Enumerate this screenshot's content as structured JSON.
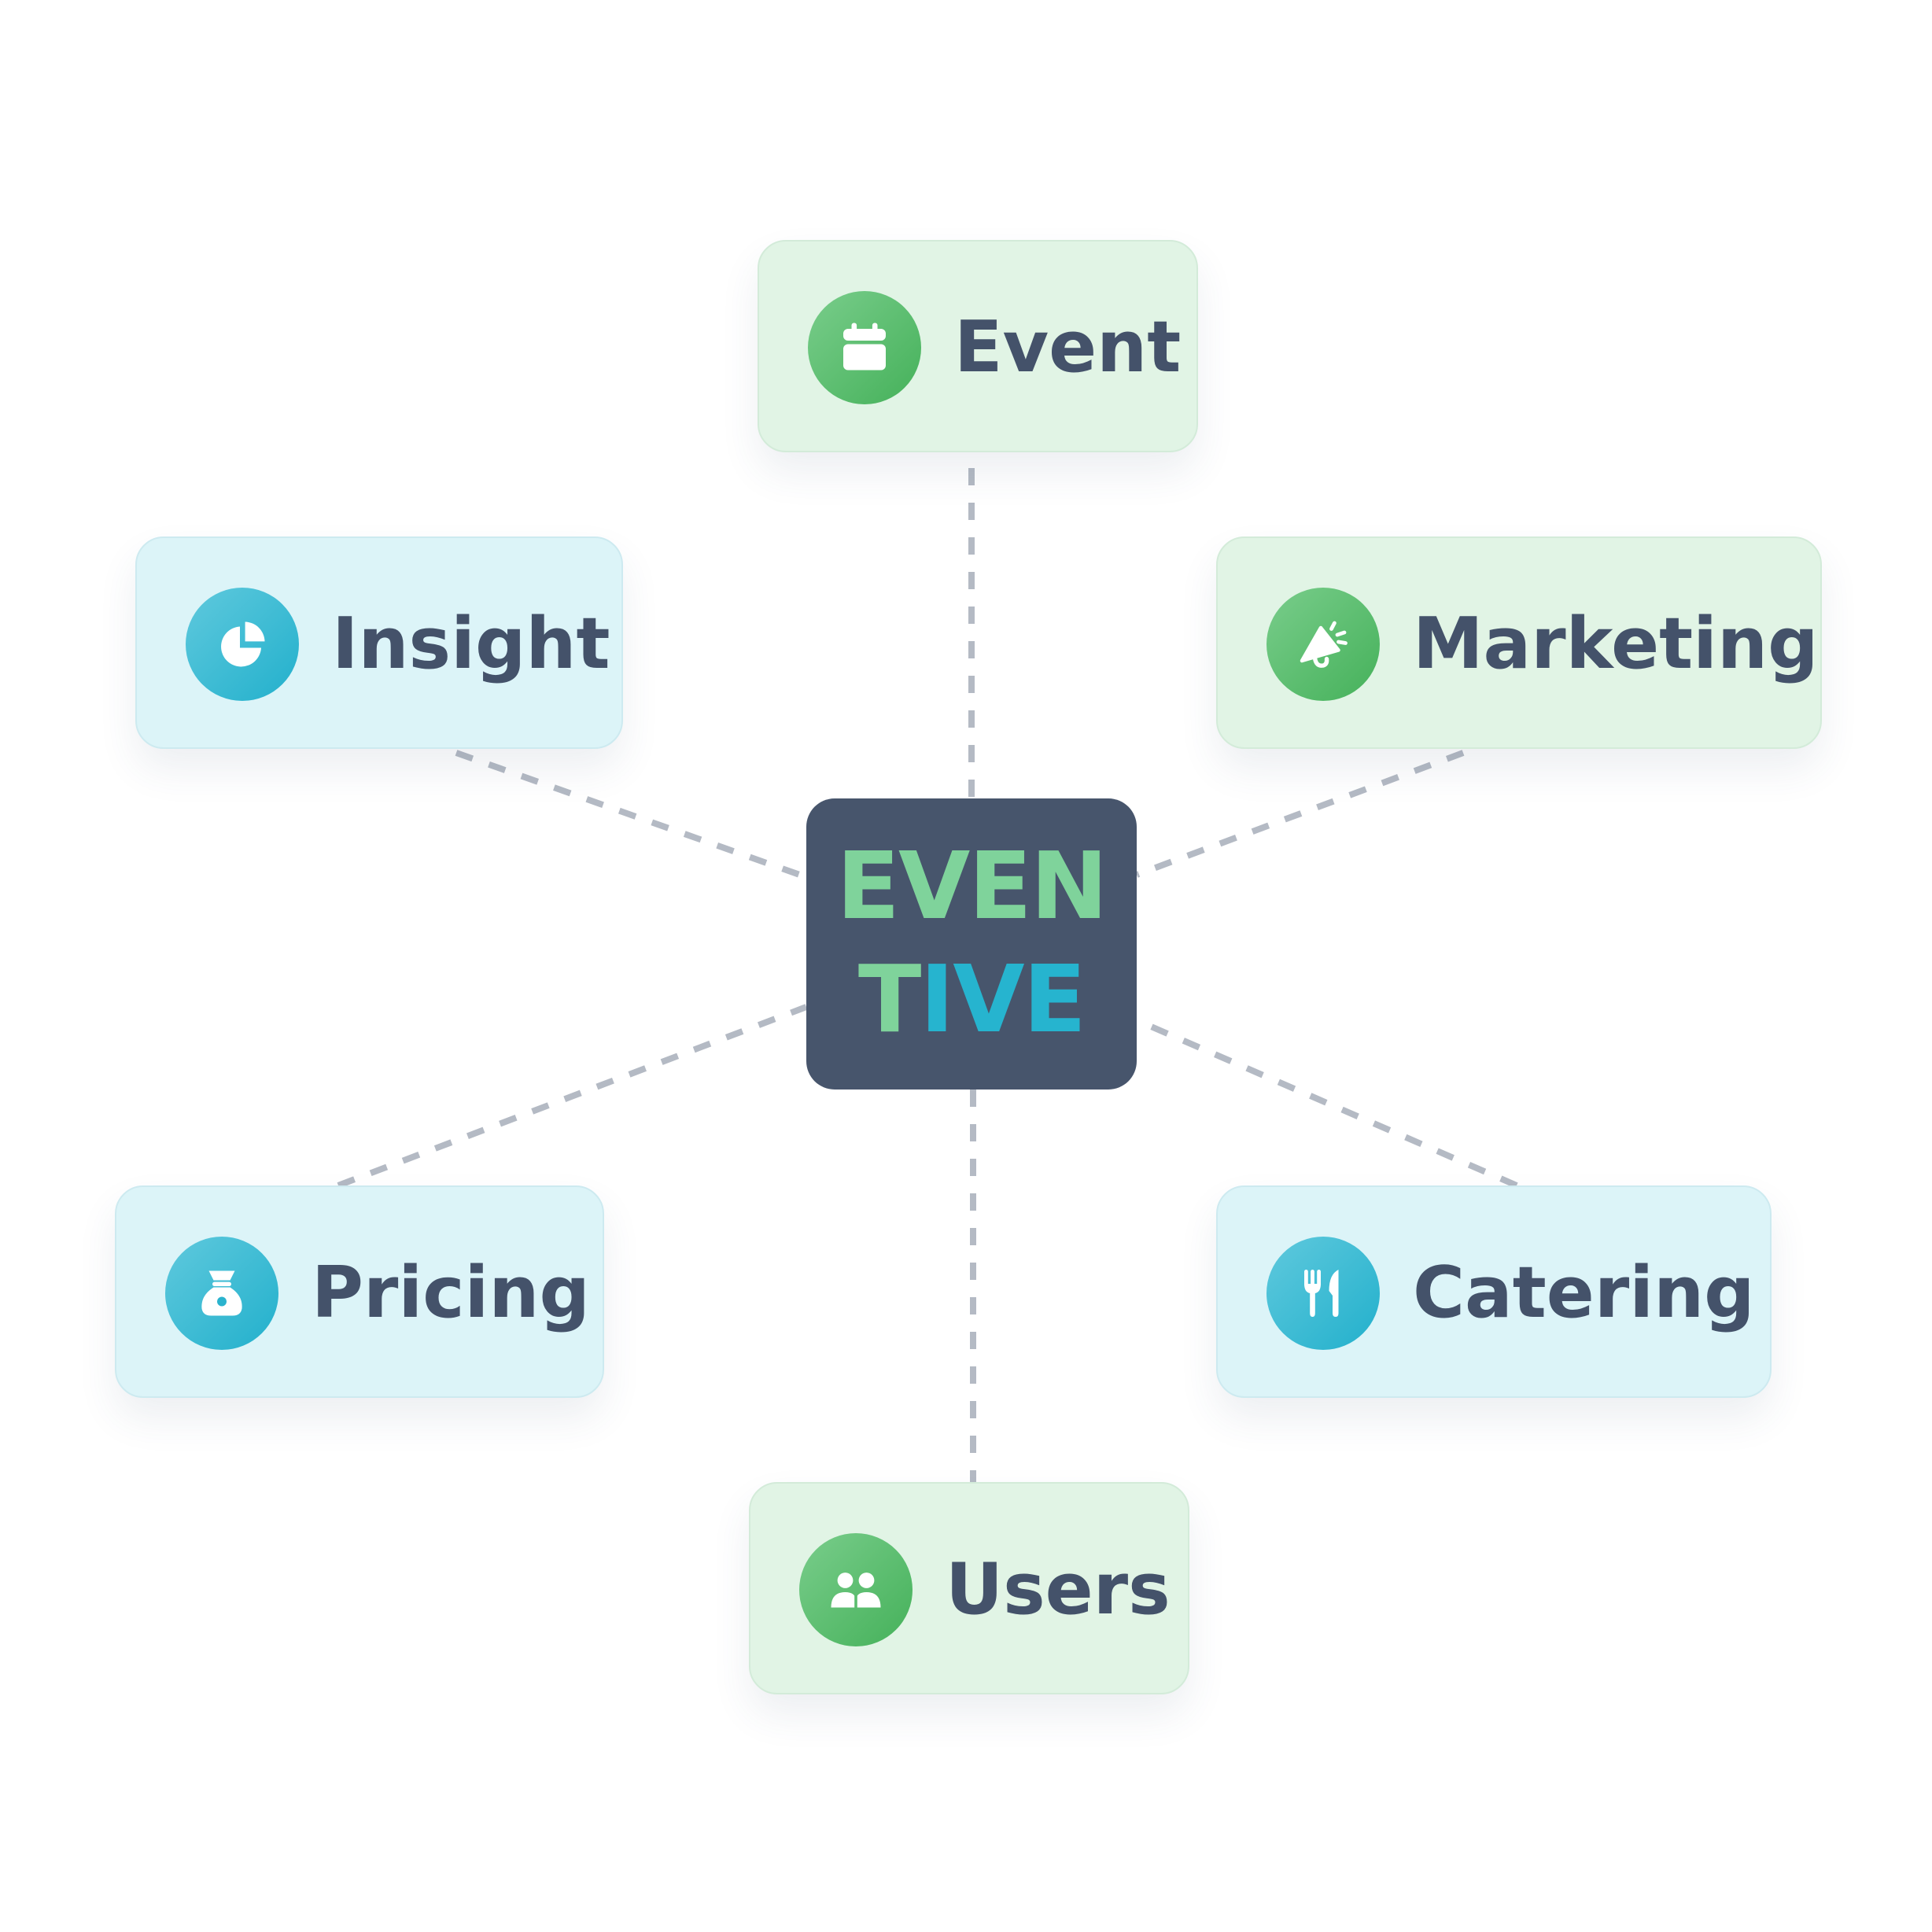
{
  "hub": {
    "line1": "EVEN",
    "line2_part1": "T",
    "line2_part2": "IVE",
    "colors": {
      "background": "#47556c",
      "green": "#7fd39b",
      "blue": "#26b4cf"
    }
  },
  "nodes": [
    {
      "id": "event",
      "label": "Event",
      "icon": "calendar-icon",
      "theme": "green"
    },
    {
      "id": "insight",
      "label": "Insight",
      "icon": "pie-chart-icon",
      "theme": "blue"
    },
    {
      "id": "marketing",
      "label": "Marketing",
      "icon": "megaphone-icon",
      "theme": "green"
    },
    {
      "id": "pricing",
      "label": "Pricing",
      "icon": "money-bag-icon",
      "theme": "blue"
    },
    {
      "id": "catering",
      "label": "Catering",
      "icon": "utensils-icon",
      "theme": "blue"
    },
    {
      "id": "users",
      "label": "Users",
      "icon": "users-icon",
      "theme": "green"
    }
  ],
  "connectors": [
    {
      "from": "hub",
      "to": "event"
    },
    {
      "from": "hub",
      "to": "insight"
    },
    {
      "from": "hub",
      "to": "marketing"
    },
    {
      "from": "hub",
      "to": "pricing"
    },
    {
      "from": "hub",
      "to": "catering"
    },
    {
      "from": "hub",
      "to": "users"
    }
  ],
  "colors": {
    "green_card": "#e1f4e5",
    "blue_card": "#dcf4f8",
    "label_text": "#44526a",
    "connector": "#b4bac4"
  }
}
